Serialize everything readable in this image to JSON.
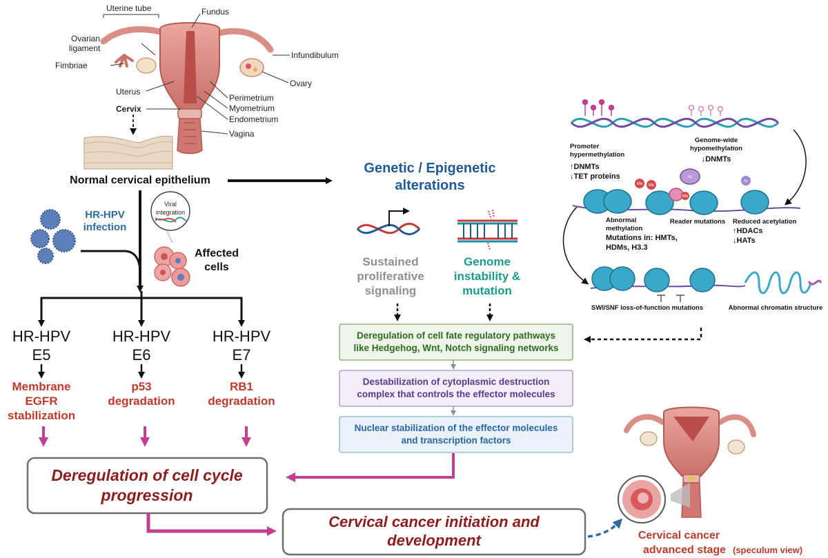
{
  "anatomy": {
    "uterine_tube": "Uterine tube",
    "fundus": "Fundus",
    "ovarian_ligament_1": "Ovarian",
    "ovarian_ligament_2": "ligament",
    "infundibulum": "Infundibulum",
    "fimbriae": "Fimbriae",
    "ovary": "Ovary",
    "uterus": "Uterus",
    "perimetrium": "Perimetrium",
    "cervix": "Cervix",
    "myometrium": "Myometrium",
    "endometrium": "Endometrium",
    "vagina": "Vagina"
  },
  "normal_epithelium": "Normal  cervical epithelium",
  "hpv": {
    "infection_1": "HR-HPV",
    "infection_2": "infection",
    "viral_integration_1": "Viral",
    "viral_integration_2": "integration",
    "affected_1": "Affected",
    "affected_2": "cells"
  },
  "oncoproteins": [
    {
      "name_1": "HR-HPV",
      "name_2": "E5",
      "effect_1": "Membrane",
      "effect_2": "EGFR",
      "effect_3": "stabilization"
    },
    {
      "name_1": "HR-HPV",
      "name_2": "E6",
      "effect_1": "p53",
      "effect_2": "degradation",
      "effect_3": ""
    },
    {
      "name_1": "HR-HPV",
      "name_2": "E7",
      "effect_1": "RB1",
      "effect_2": "degradation",
      "effect_3": ""
    }
  ],
  "genetic": {
    "title_1": "Genetic / Epigenetic",
    "title_2": "alterations",
    "sustained_1": "Sustained",
    "sustained_2": "proliferative",
    "sustained_3": "signaling",
    "genome_1": "Genome",
    "genome_2": "instability &",
    "genome_3": "mutation"
  },
  "epigenetic": {
    "promoter_1": "Promoter",
    "promoter_2": "hypermethylation",
    "promoter_3": "↑DNMTs",
    "promoter_4": "↓TET proteins",
    "genome_wide_1": "Genome-wide",
    "genome_wide_2": "hypomethylation",
    "genome_wide_3": "↓DNMTs",
    "abnormal_1": "Abnormal",
    "abnormal_2": "methylation",
    "mutations_1": "Mutations in: HMTs,",
    "mutations_2": "HDMs, H3.3",
    "reader": "Reader mutations",
    "reduced_1": "Reduced acetylation",
    "reduced_2": "↑HDACs",
    "reduced_3": "↓HATs",
    "swisnf": "SWI/SNF loss-of-function mutations",
    "chromatin": "Abnormal chromatin structure",
    "me": "Me",
    "ac": "Ac"
  },
  "pathway_boxes": [
    {
      "line_1": "Deregulation of cell fate regulatory pathways",
      "line_2": "like Hedgehog, Wnt, Notch signaling networks",
      "fill": "#eef5e9",
      "stroke": "#7aa86a",
      "text": "#2e6b22"
    },
    {
      "line_1": "Destabilization of cytoplasmic destruction",
      "line_2": "complex that controls the effector molecules",
      "fill": "#f3eef9",
      "stroke": "#a08cc4",
      "text": "#5b3a8e"
    },
    {
      "line_1": "Nuclear stabilization of the effector molecules",
      "line_2": "and transcription factors",
      "fill": "#eaf3fb",
      "stroke": "#8ab0d3",
      "text": "#2a64a8"
    }
  ],
  "outcomes": {
    "cell_cycle_1": "Deregulation of cell cycle",
    "cell_cycle_2": "progression",
    "cancer_1": "Cervical cancer initiation and",
    "cancer_2": "development",
    "advanced_1": "Cervical cancer",
    "advanced_2": "advanced stage",
    "advanced_3": "(speculum view)"
  },
  "colors": {
    "dark_red": "#8b1d1d",
    "red": "#c0392b",
    "magenta": "#c2408f",
    "blue": "#1f5a96",
    "teal": "#1b9a8c",
    "gray": "#8f8f8f",
    "hpv_blue": "#2d6a9f"
  }
}
